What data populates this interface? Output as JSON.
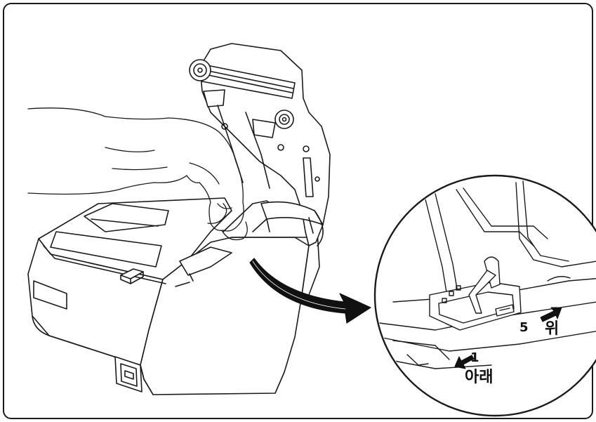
{
  "labels": {
    "down_number": "1",
    "down_text": "아래",
    "up_number": "5",
    "up_text": "위"
  },
  "colors": {
    "line": "#1a1a1a",
    "fill": "#ffffff",
    "arrow": "#111111"
  }
}
